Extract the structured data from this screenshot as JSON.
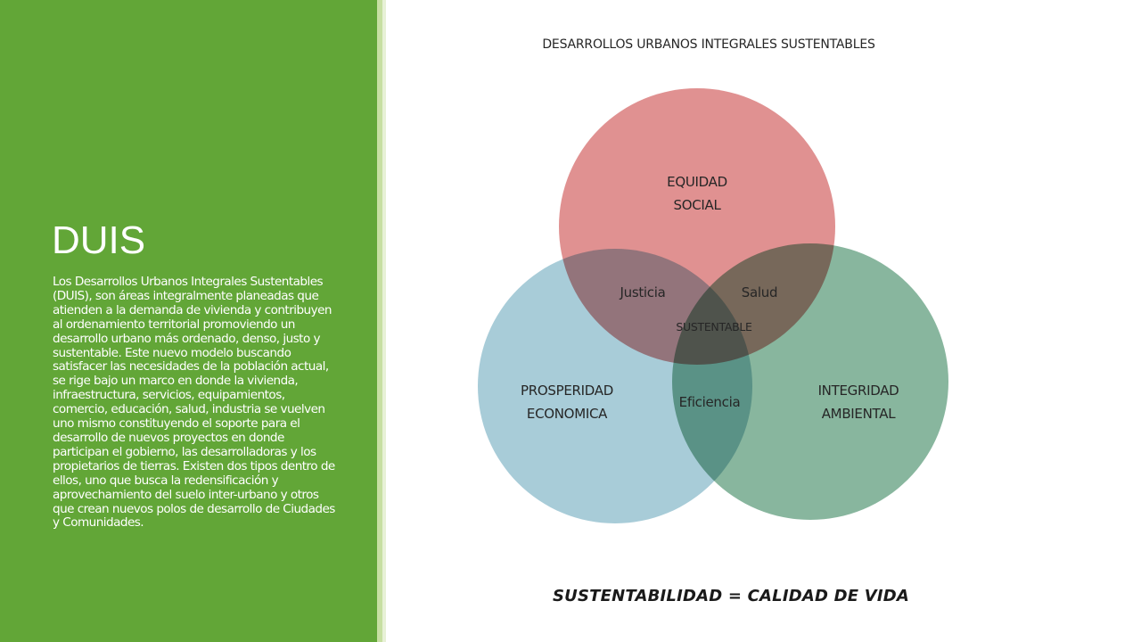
{
  "sidebar": {
    "title": "DUIS",
    "body": "Los Desarrollos Urbanos Integrales Sustentables (DUIS), son áreas integralmente planeadas que atienden a la demanda de vivienda y contribuyen al ordenamiento territorial promoviendo un desarrollo urbano más ordenado, denso, justo y sustentable. Este nuevo modelo buscando satisfacer las necesidades de la población actual, se rige bajo un marco en donde la vivienda, infraestructura, servicios, equipamientos, comercio, educación, salud, industria se vuelven uno mismo constituyendo el soporte para el desarrollo de nuevos proyectos en donde participan el gobierno, las desarrolladoras y los propietarios de tierras. Existen dos tipos dentro de ellos, uno que busca la redensificación y aprovechamiento del suelo inter-urbano y otros que crean nuevos polos de desarrollo de Ciudades y Comunidades."
  },
  "diagram": {
    "title": "DESARROLLOS URBANOS INTEGRALES SUSTENTABLES",
    "circles": {
      "social": {
        "line1": "EQUIDAD",
        "line2": "SOCIAL",
        "color": "#e09191"
      },
      "economic": {
        "line1": "PROSPERIDAD",
        "line2": "ECONOMICA",
        "color": "#a8ccd8"
      },
      "environmental": {
        "line1": "INTEGRIDAD",
        "line2": "AMBIENTAL",
        "color": "#88b69e"
      }
    },
    "overlaps": {
      "social_economic": "Justicia",
      "social_environmental": "Salud",
      "economic_environmental": "Eficiencia",
      "center": "SUSTENTABLE"
    }
  },
  "footer": {
    "formula": "SUSTENTABILIDAD = CALIDAD DE VIDA"
  },
  "theme": {
    "sidebar_color": "#62a637",
    "accent_stripe": "#c7dfa2"
  }
}
